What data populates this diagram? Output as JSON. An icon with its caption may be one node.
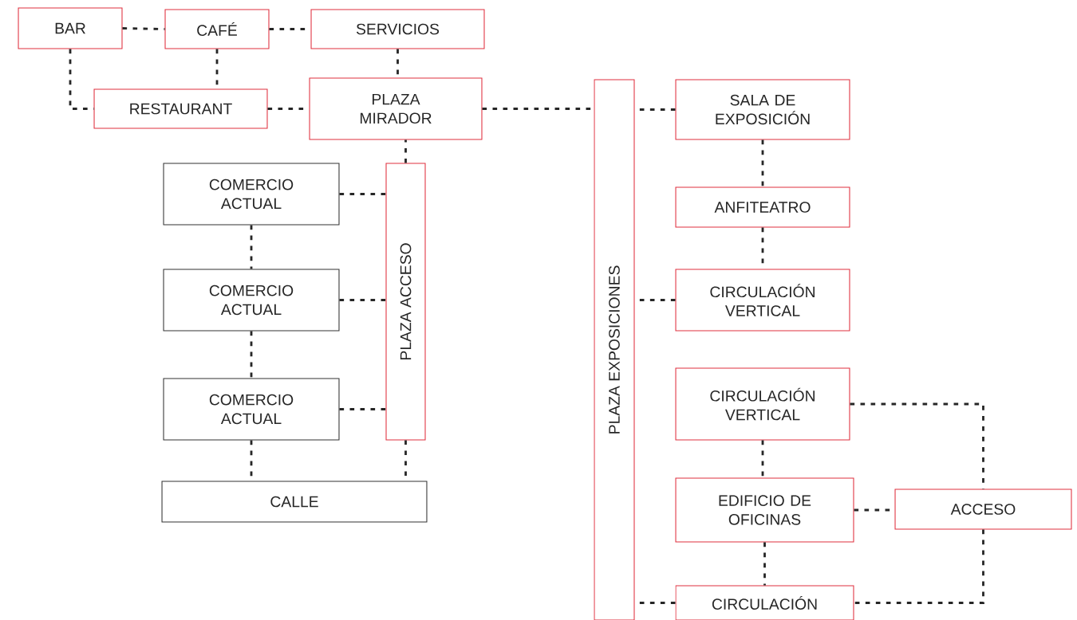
{
  "diagram": {
    "nodes": [
      {
        "text": [
          "BAR"
        ]
      },
      {
        "text": [
          "CAFÉ"
        ]
      },
      {
        "text": [
          "SERVICIOS"
        ]
      },
      {
        "text": [
          "RESTAURANT"
        ]
      },
      {
        "text": [
          "PLAZA MIRADOR"
        ]
      },
      {
        "text": [
          "COMERCIO ACTUAL"
        ]
      },
      {
        "text": [
          "PLAZA ACCESO"
        ]
      },
      {
        "text": [
          "COMERCIO ACTUAL"
        ]
      },
      {
        "text": [
          "COMERCIO ACTUAL"
        ]
      },
      {
        "text": [
          "CALLE"
        ]
      },
      {
        "text": [
          "PLAZA EXPOSICIONES"
        ]
      },
      {
        "text": [
          "SALA DE EXPOSICIÓN"
        ]
      },
      {
        "text": [
          "ANFITEATRO"
        ]
      },
      {
        "text": [
          "CIRCULACIÓN VERTICAL"
        ]
      },
      {
        "text": [
          "CIRCULACIÓN VERTICAL"
        ]
      },
      {
        "text": [
          "EDIFICIO DE OFICINAS"
        ]
      },
      {
        "text": [
          "ACCESO"
        ]
      },
      {
        "text": [
          "CIRCULACIÓN"
        ]
      }
    ],
    "edges": [
      {
        "from": 0,
        "to": 1,
        "arrow": "none"
      },
      {
        "from": 1,
        "to": 2,
        "arrow": "none"
      },
      {
        "from": 0,
        "to": 3,
        "arrow": "none"
      },
      {
        "from": 1,
        "to": 3,
        "arrow": "none"
      },
      {
        "from": 2,
        "to": 4,
        "arrow": "none"
      },
      {
        "from": 3,
        "to": 4,
        "arrow": "none"
      },
      {
        "from": 4,
        "to": 10,
        "arrow": "none"
      },
      {
        "from": 10,
        "to": 11,
        "arrow": "none"
      },
      {
        "from": 4,
        "to": 6,
        "arrow": "none"
      },
      {
        "from": 5,
        "to": 6,
        "arrow": "none"
      },
      {
        "from": 7,
        "to": 6,
        "arrow": "none"
      },
      {
        "from": 8,
        "to": 6,
        "arrow": "none"
      },
      {
        "from": 5,
        "to": 7,
        "arrow": "none"
      },
      {
        "from": 7,
        "to": 8,
        "arrow": "none"
      },
      {
        "from": 8,
        "to": 9,
        "arrow": "none"
      },
      {
        "from": 6,
        "to": 9,
        "arrow": "none"
      },
      {
        "from": 11,
        "to": 12,
        "arrow": "none"
      },
      {
        "from": 12,
        "to": 13,
        "arrow": "none"
      },
      {
        "from": 13,
        "to": 10,
        "arrow": "none"
      },
      {
        "from": 14,
        "to": 15,
        "arrow": "none"
      },
      {
        "from": 15,
        "to": 17,
        "arrow": "none"
      },
      {
        "from": 14,
        "to": 16,
        "arrow": "none"
      },
      {
        "from": 15,
        "to": 16,
        "arrow": "none"
      },
      {
        "from": 16,
        "to": 17,
        "arrow": "none"
      },
      {
        "from": 10,
        "to": 17,
        "arrow": "none"
      }
    ]
  }
}
